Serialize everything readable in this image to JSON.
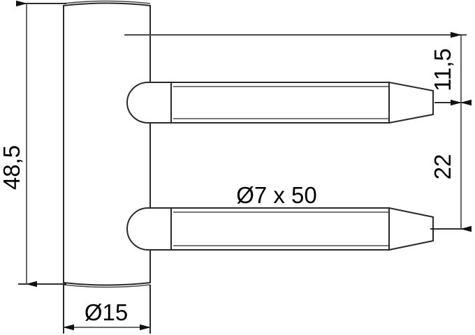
{
  "drawing": {
    "title": "Hinge pin / dowel side-view technical drawing",
    "line_color": "#4a4a4a",
    "outline_color": "#1a1a1a",
    "text_color": "#000000",
    "background": "#ffffff"
  },
  "dimensions": {
    "overall_height": {
      "label": "48,5",
      "orientation": "vertical",
      "position": "left",
      "unit": "mm"
    },
    "plate_width": {
      "label": "Ø15",
      "orientation": "horizontal",
      "position": "bottom",
      "unit": "mm"
    },
    "top_offset": {
      "label": "11,5",
      "orientation": "vertical",
      "position": "right",
      "unit": "mm"
    },
    "pin_spacing": {
      "label": "22",
      "orientation": "vertical",
      "position": "right",
      "unit": "mm"
    }
  },
  "annotations": {
    "pin_spec": {
      "label": "Ø7 x 50",
      "position": "center"
    }
  },
  "parts": [
    {
      "name": "mounting-plate",
      "shape": "rectangle-with-arc-ends"
    },
    {
      "name": "upper-dowel-pin",
      "shape": "rounded-head-tapered-tip"
    },
    {
      "name": "lower-dowel-pin",
      "shape": "rounded-head-tapered-tip"
    }
  ]
}
